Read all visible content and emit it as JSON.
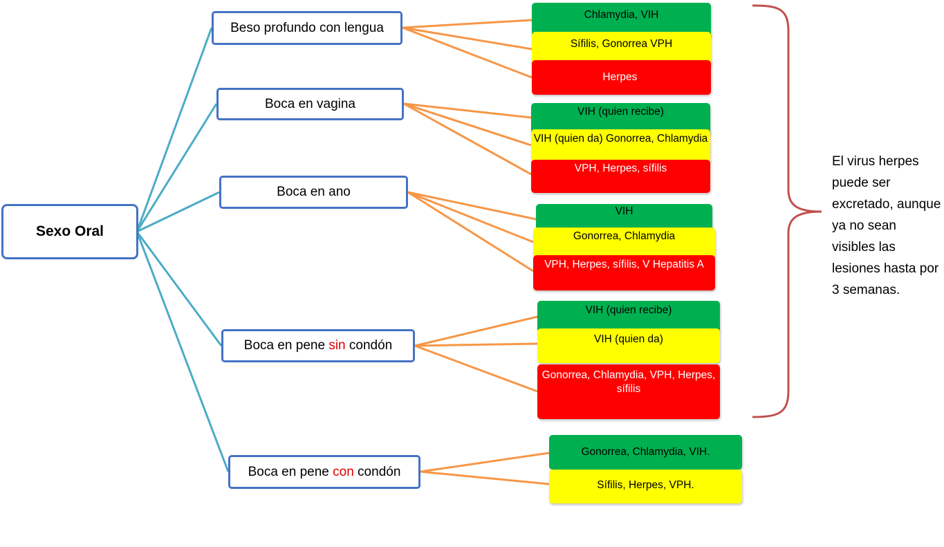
{
  "root": {
    "label": "Sexo Oral"
  },
  "branches": [
    {
      "label": "Beso profundo con lengua",
      "risks": [
        {
          "level": "green",
          "text": "Chlamydia, VIH"
        },
        {
          "level": "yellow",
          "text": "Sífilis, Gonorrea VPH"
        },
        {
          "level": "red",
          "text": "Herpes",
          "suffix": "."
        }
      ]
    },
    {
      "label": "Boca en vagina",
      "risks": [
        {
          "level": "green",
          "text": "VIH  (quien recibe)"
        },
        {
          "level": "yellow",
          "text": "VIH (quien da) Gonorrea, Chlamydia"
        },
        {
          "level": "red",
          "text": "VPH, Herpes, sífilis"
        }
      ]
    },
    {
      "label": "Boca en ano",
      "risks": [
        {
          "level": "green",
          "text": "VIH"
        },
        {
          "level": "yellow",
          "text": "Gonorrea, Chlamydia"
        },
        {
          "level": "red",
          "text": "VPH, Herpes, sífilis, V Hepatitis A"
        }
      ]
    },
    {
      "label_prefix": "Boca en pene ",
      "label_highlight": "sin",
      "label_suffix": " condón",
      "risks": [
        {
          "level": "green",
          "text": "VIH  (quien recibe)"
        },
        {
          "level": "yellow",
          "text": "VIH (quien da)"
        },
        {
          "level": "red",
          "text": "Gonorrea, Chlamydia, VPH, Herpes, sífilis"
        }
      ]
    },
    {
      "label_prefix": "Boca en pene ",
      "label_highlight": "con",
      "label_suffix": " condón",
      "risks": [
        {
          "level": "green",
          "text": "Gonorrea, Chlamydia, VIH."
        },
        {
          "level": "yellow",
          "text": "Sífilis, Herpes, VPH."
        }
      ]
    }
  ],
  "note": "El virus herpes puede ser excretado, aunque ya no sean visibles las lesiones hasta por 3 semanas.",
  "colors": {
    "green": "#00b050",
    "yellow": "#ffff00",
    "red": "#ff0000",
    "highlight": "#e00000",
    "box_border": "#4472c4",
    "root_connector": "#4bacc6",
    "branch_connector": "#f79646",
    "brace": "#c0504d"
  }
}
